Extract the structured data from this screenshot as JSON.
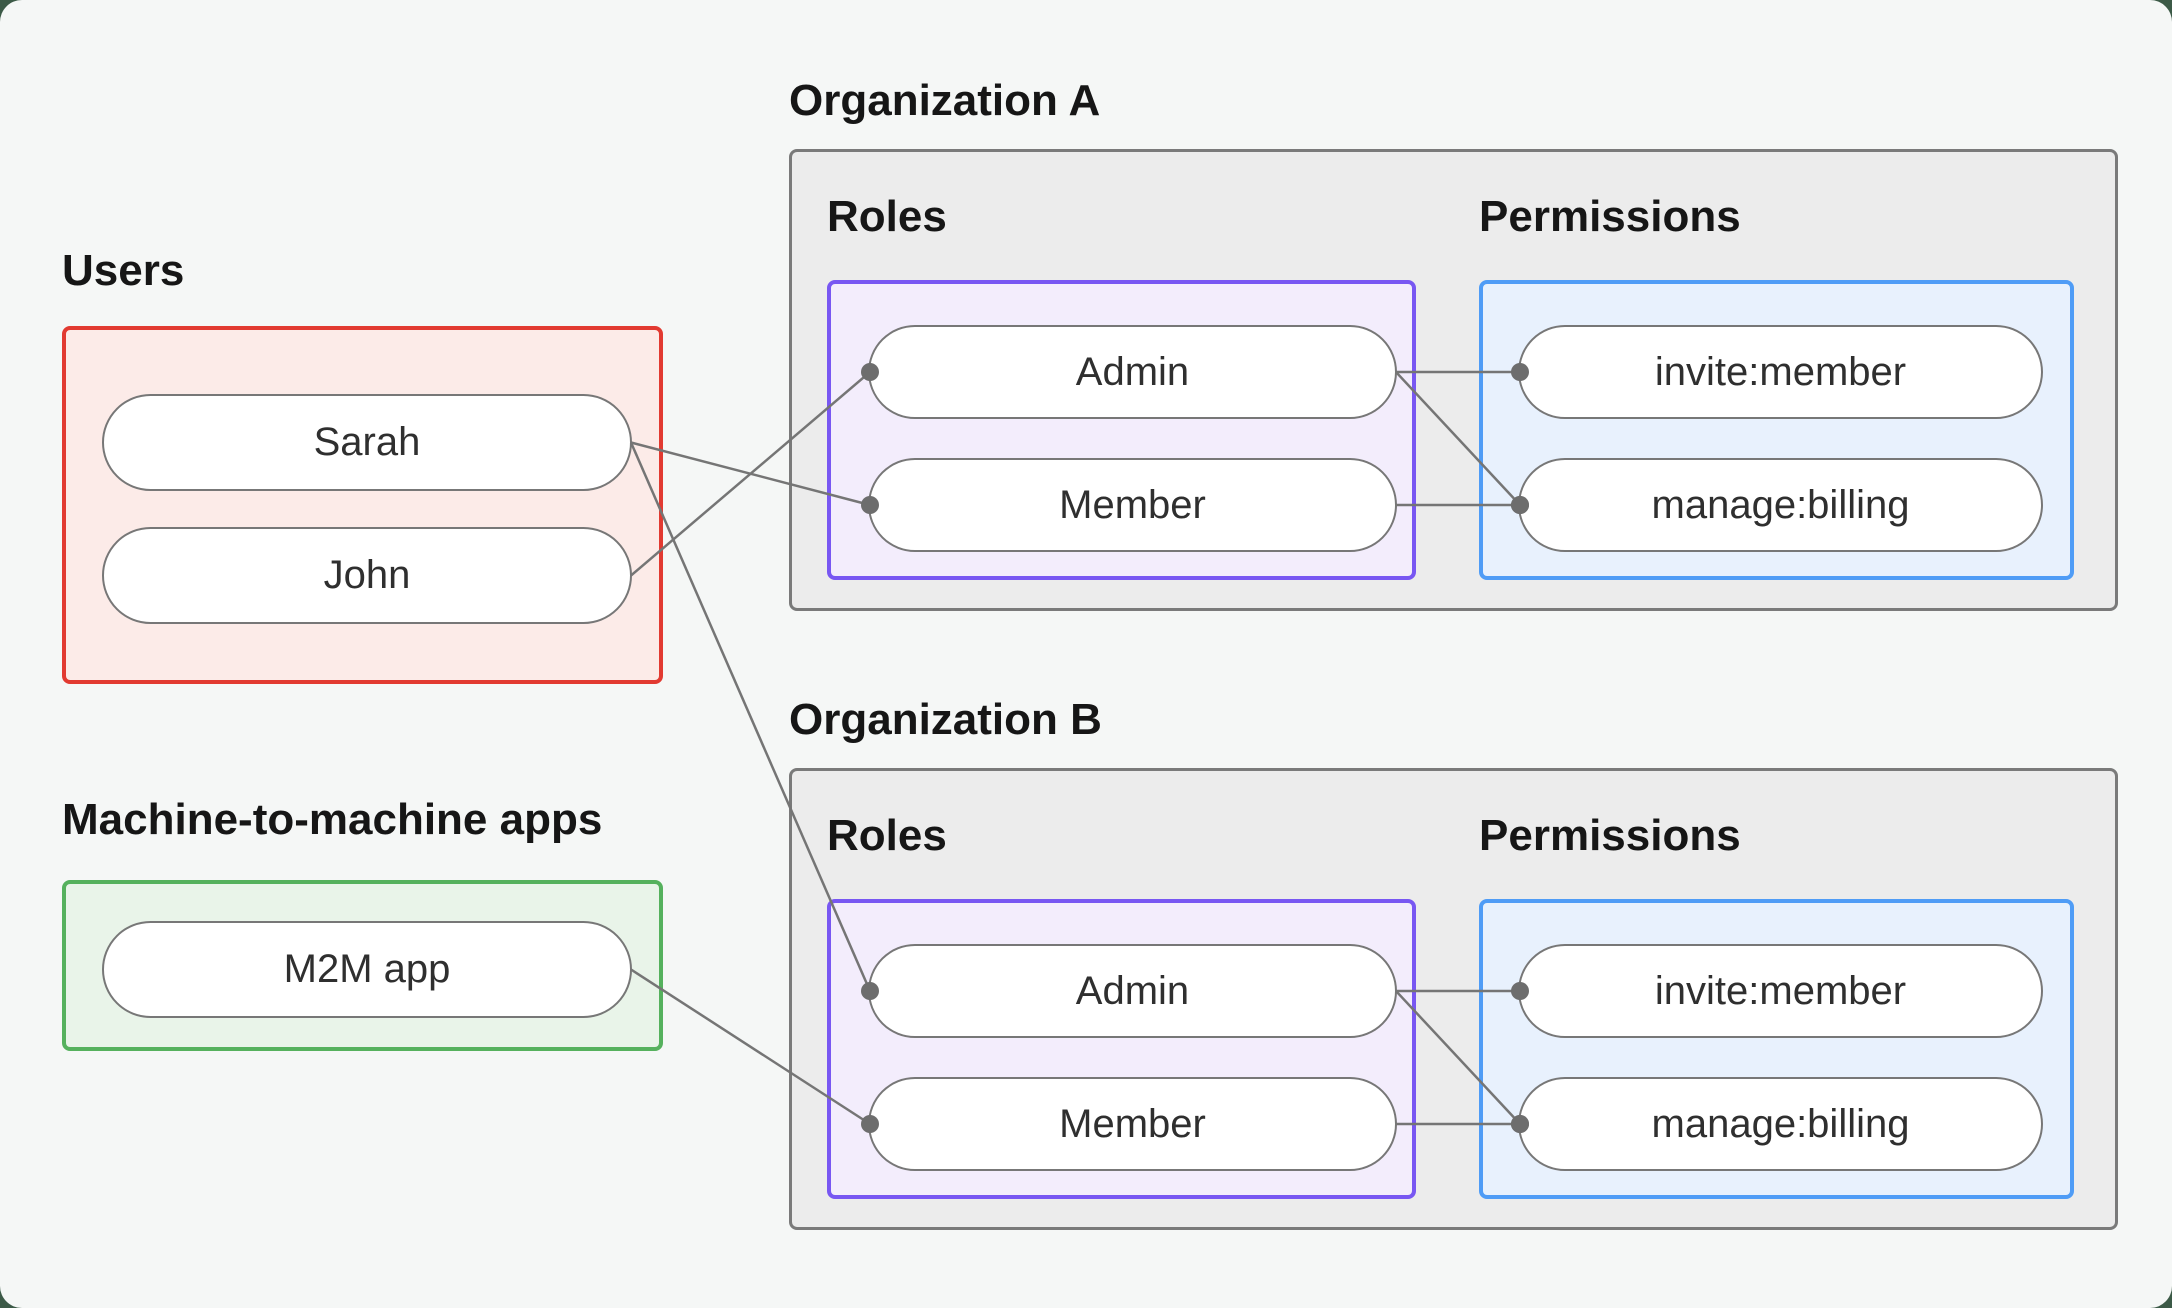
{
  "palette": {
    "canvas_outer": "#3c5a47",
    "canvas_panel": "#f5f7f6",
    "heading_text": "#161616",
    "pill_text": "#2f2f2f",
    "pill_fill": "#ffffff",
    "pill_border": "#777777",
    "users_border": "#e23a31",
    "users_fill": "#fcebe8",
    "m2m_border": "#55b15d",
    "m2m_fill": "#e9f4e9",
    "org_border": "#7a7a7a",
    "org_fill": "#ececec",
    "roles_border": "#7857f2",
    "roles_fill": "#f3edfc",
    "permissions_border": "#4f9cf6",
    "permissions_fill": "#e8f1fd",
    "line": "#757575",
    "dot": "#6d6d6d"
  },
  "sections": {
    "users": {
      "label": "Users",
      "nodes": [
        {
          "id": "sarah",
          "label": "Sarah"
        },
        {
          "id": "john",
          "label": "John"
        }
      ]
    },
    "m2m": {
      "label": "Machine-to-machine apps",
      "nodes": [
        {
          "id": "m2m-app",
          "label": "M2M app"
        }
      ]
    },
    "orgs": [
      {
        "label": "Organization A",
        "roles": {
          "label": "Roles",
          "nodes": [
            {
              "id": "orga-admin",
              "label": "Admin"
            },
            {
              "id": "orga-member",
              "label": "Member"
            }
          ]
        },
        "permissions": {
          "label": "Permissions",
          "nodes": [
            {
              "id": "orga-invite",
              "label": "invite:member"
            },
            {
              "id": "orga-billing",
              "label": "manage:billing"
            }
          ]
        }
      },
      {
        "label": "Organization B",
        "roles": {
          "label": "Roles",
          "nodes": [
            {
              "id": "orgb-admin",
              "label": "Admin"
            },
            {
              "id": "orgb-member",
              "label": "Member"
            }
          ]
        },
        "permissions": {
          "label": "Permissions",
          "nodes": [
            {
              "id": "orgb-invite",
              "label": "invite:member"
            },
            {
              "id": "orgb-billing",
              "label": "manage:billing"
            }
          ]
        }
      }
    ]
  },
  "connections": [
    {
      "from": "sarah",
      "to": "orga-member"
    },
    {
      "from": "john",
      "to": "orga-admin"
    },
    {
      "from": "sarah",
      "to": "orgb-admin"
    },
    {
      "from": "m2m-app",
      "to": "orgb-member"
    },
    {
      "from": "orga-admin",
      "to": "orga-invite"
    },
    {
      "from": "orga-admin",
      "to": "orga-billing"
    },
    {
      "from": "orga-member",
      "to": "orga-billing"
    },
    {
      "from": "orgb-admin",
      "to": "orgb-invite"
    },
    {
      "from": "orgb-admin",
      "to": "orgb-billing"
    },
    {
      "from": "orgb-member",
      "to": "orgb-billing"
    }
  ]
}
